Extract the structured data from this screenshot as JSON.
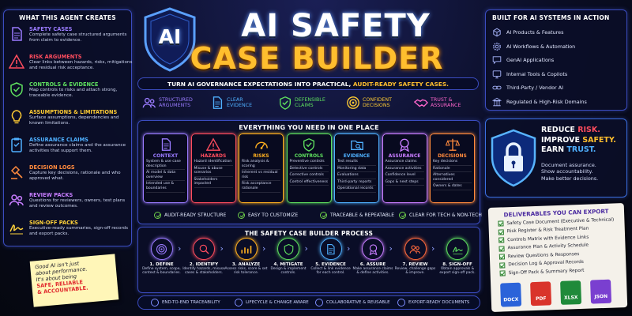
{
  "title": {
    "line1": "AI SAFETY",
    "line2": "CASE BUILDER",
    "badge": "AI"
  },
  "tagline": {
    "main": "TURN AI GOVERNANCE EXPECTATIONS INTO PRACTICAL,",
    "accent": "AUDIT-READY SAFETY CASES."
  },
  "left_panel": {
    "heading": "WHAT THIS AGENT CREATES",
    "items": [
      {
        "title": "SAFETY CASES",
        "desc": "Complete safety case structured arguments from claim to evidence.",
        "color": "#9a7bff",
        "icon": "document-icon"
      },
      {
        "title": "RISK ARGUMENTS",
        "desc": "Clear links between hazards, risks, mitigations and residual risk acceptance.",
        "color": "#ff4d5e",
        "icon": "warning-icon"
      },
      {
        "title": "CONTROLS & EVIDENCE",
        "desc": "Map controls to risks and attach strong, traceable evidence.",
        "color": "#5fe05f",
        "icon": "shield-check-icon"
      },
      {
        "title": "ASSUMPTIONS & LIMITATIONS",
        "desc": "Surface assumptions, dependencies and known limitations.",
        "color": "#ffcc33",
        "icon": "lightbulb-icon"
      },
      {
        "title": "ASSURANCE CLAIMS",
        "desc": "Define assurance claims and the assurance activities that support them.",
        "color": "#4fb0ff",
        "icon": "clipboard-icon"
      },
      {
        "title": "DECISION LOGS",
        "desc": "Capture key decisions, rationale and who approved what.",
        "color": "#ff8a3d",
        "icon": "gavel-icon"
      },
      {
        "title": "REVIEW PACKS",
        "desc": "Questions for reviewers, owners, test plans and review outcomes.",
        "color": "#c77dff",
        "icon": "people-icon"
      },
      {
        "title": "SIGN-OFF PACKS",
        "desc": "Executive-ready summaries, sign-off records and export packs.",
        "color": "#ffd23a",
        "icon": "signature-icon"
      }
    ]
  },
  "note": {
    "line1": "Good AI isn't just",
    "line2": "about performance.",
    "line3": "It's about being",
    "accent1": "SAFE, RELIABLE",
    "accent2": "& ACCOUNTABLE."
  },
  "tags": [
    {
      "l1": "STRUCTURED",
      "l2": "ARGUMENTS",
      "color": "#9a7bff",
      "icon": "people-icon"
    },
    {
      "l1": "CLEAR",
      "l2": "EVIDENCE",
      "color": "#4fb0ff",
      "icon": "document-icon"
    },
    {
      "l1": "DEFENSIBLE",
      "l2": "CLAIMS",
      "color": "#5fe05f",
      "icon": "shield-check-icon"
    },
    {
      "l1": "CONFIDENT",
      "l2": "DECISIONS",
      "color": "#ffcc33",
      "icon": "target-icon"
    },
    {
      "l1": "TRUST &",
      "l2": "ASSURANCE",
      "color": "#ff66cc",
      "icon": "handshake-icon"
    }
  ],
  "everything": {
    "heading": "EVERYTHING YOU NEED IN ONE PLACE",
    "cards": [
      {
        "title": "CONTEXT",
        "color": "#9a7bff",
        "icon": "document-icon",
        "items": [
          "System & use case description",
          "AI model & data overview",
          "Intended use & boundaries"
        ]
      },
      {
        "title": "HAZARDS",
        "color": "#ff4d5e",
        "icon": "warning-icon",
        "items": [
          "Hazard identification",
          "Misuse & abuse scenarios",
          "Stakeholders impacted"
        ]
      },
      {
        "title": "RISKS",
        "color": "#ffb020",
        "icon": "gauge-icon",
        "items": [
          "Risk analysis & scoring",
          "Inherent vs residual risk",
          "Risk acceptance rationale"
        ]
      },
      {
        "title": "CONTROLS",
        "color": "#5fe05f",
        "icon": "shield-check-icon",
        "items": [
          "Preventive controls",
          "Detective controls",
          "Corrective controls",
          "Control effectiveness"
        ]
      },
      {
        "title": "EVIDENCE",
        "color": "#4fb0ff",
        "icon": "folder-search-icon",
        "items": [
          "Test results",
          "Monitoring data",
          "Evaluations",
          "Third-party reports",
          "Operational records"
        ]
      },
      {
        "title": "ASSURANCE",
        "color": "#c77dff",
        "icon": "award-icon",
        "items": [
          "Assurance claims",
          "Assurance activities",
          "Confidence level",
          "Gaps & next steps"
        ]
      },
      {
        "title": "DECISIONS",
        "color": "#ff8a3d",
        "icon": "scale-icon",
        "items": [
          "Key decisions",
          "Rationale",
          "Alternatives considered",
          "Owners & dates"
        ]
      }
    ]
  },
  "features": [
    "AUDIT-READY STRUCTURE",
    "EASY TO CUSTOMIZE",
    "TRACEABLE & REPEATABLE",
    "CLEAR FOR TECH & NON-TECH"
  ],
  "process": {
    "heading": "THE SAFETY CASE BUILDER PROCESS",
    "steps": [
      {
        "label": "1. DEFINE",
        "desc": "Define system, scope, context & boundaries.",
        "color": "#9a7bff",
        "icon": "target-icon"
      },
      {
        "label": "2. IDENTIFY",
        "desc": "Identify hazards, misuse cases & stakeholders.",
        "color": "#ff4d5e",
        "icon": "search-icon"
      },
      {
        "label": "3. ANALYZE",
        "desc": "Assess risks, score & set risk tolerance.",
        "color": "#ffb020",
        "icon": "chart-icon"
      },
      {
        "label": "4. MITIGATE",
        "desc": "Design & implement controls.",
        "color": "#5fe05f",
        "icon": "shield-icon"
      },
      {
        "label": "5. EVIDENCE",
        "desc": "Collect & link evidence for each control.",
        "color": "#4fb0ff",
        "icon": "document-icon"
      },
      {
        "label": "6. ASSURE",
        "desc": "Make assurance claims & define activities.",
        "color": "#c77dff",
        "icon": "award-icon"
      },
      {
        "label": "7. REVIEW",
        "desc": "Review, challenge gaps & improve.",
        "color": "#ff6a3d",
        "icon": "people-icon"
      },
      {
        "label": "8. SIGN-OFF",
        "desc": "Obtain approvals & export sign-off pack.",
        "color": "#5fe05f",
        "icon": "signature-icon"
      }
    ]
  },
  "footer": [
    "END-TO-END TRACEABILITY",
    "LIFECYCLE & CHANGE AWARE",
    "COLLABORATIVE & REUSABLE",
    "EXPORT-READY DOCUMENTS"
  ],
  "right_panel": {
    "heading": "BUILT FOR AI SYSTEMS IN ACTION",
    "items": [
      {
        "label": "AI Products & Features",
        "icon": "cube-icon"
      },
      {
        "label": "AI Workflows & Automation",
        "icon": "gear-icon"
      },
      {
        "label": "GenAI Applications",
        "icon": "chat-icon"
      },
      {
        "label": "Internal Tools & Copilots",
        "icon": "monitor-icon"
      },
      {
        "label": "Third-Party / Vendor AI",
        "icon": "link-icon"
      },
      {
        "label": "Regulated & High-Risk Domains",
        "icon": "building-icon"
      }
    ]
  },
  "promo": {
    "l1a": "REDUCE ",
    "l1b": "RISK.",
    "l2a": "IMPROVE ",
    "l2b": "SAFETY.",
    "l3a": "EARN ",
    "l3b": "TRUST.",
    "d1": "Document assurance.",
    "d2": "Show accountability.",
    "d3": "Make better decisions."
  },
  "deliverables": {
    "heading": "DELIVERABLES YOU CAN EXPORT",
    "items": [
      "Safety Case Document (Executive & Technical)",
      "Risk Register & Risk Treatment Plan",
      "Controls Matrix with Evidence Links",
      "Assurance Plan & Activity Schedule",
      "Review Questions & Responses",
      "Decision Log & Approval Records",
      "Sign-Off Pack & Summary Report"
    ],
    "files": [
      {
        "label": "DOCX",
        "color": "#2b63d9"
      },
      {
        "label": "PDF",
        "color": "#d9342b"
      },
      {
        "label": "XLSX",
        "color": "#1f8a3a"
      },
      {
        "label": "JSON",
        "color": "#7a3fd0"
      }
    ]
  }
}
